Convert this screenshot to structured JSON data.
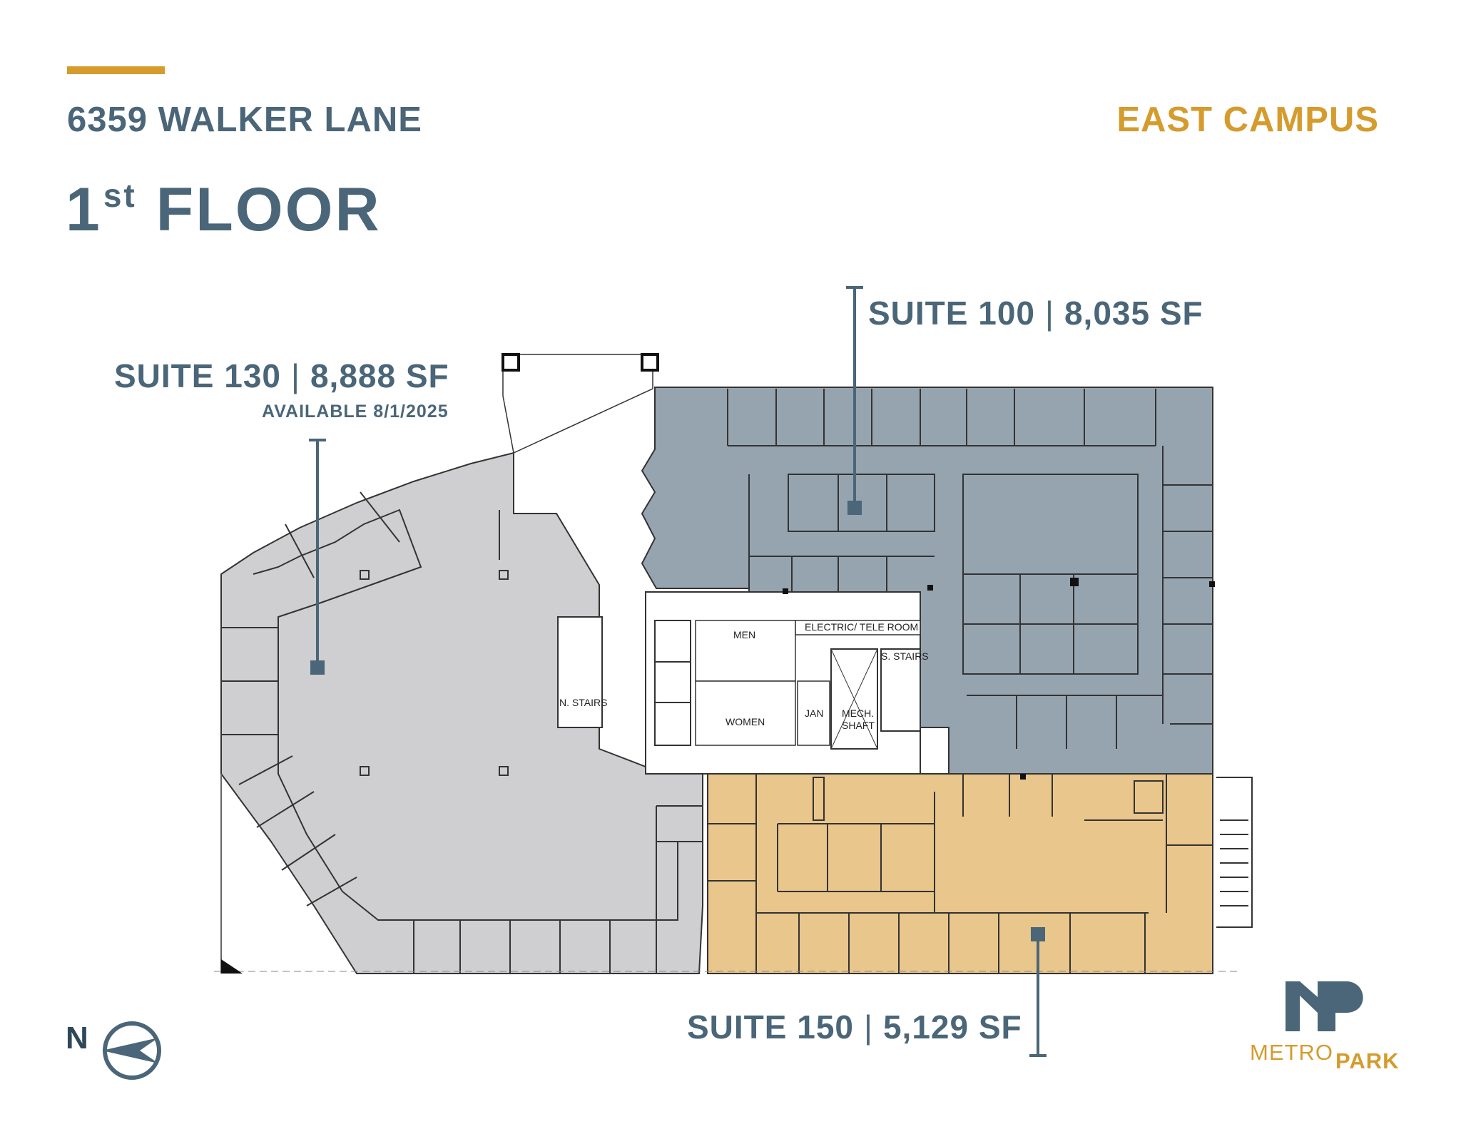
{
  "header": {
    "address": "6359 WALKER LANE",
    "campus": "EAST CAMPUS",
    "floor_number": "1",
    "floor_suffix": "st",
    "floor_word": "FLOOR"
  },
  "suites": {
    "suite_130": {
      "name": "SUITE 130",
      "area": "8,888 SF",
      "note": "AVAILABLE 8/1/2025"
    },
    "suite_100": {
      "name": "SUITE 100",
      "area": "8,035 SF"
    },
    "suite_150": {
      "name": "SUITE 150",
      "area": "5,129 SF"
    }
  },
  "rooms": {
    "men": "MEN",
    "women": "WOMEN",
    "electric": "ELECTRIC/ TELE ROOM",
    "n_stairs": "N. STAIRS",
    "s_stairs": "S. STAIRS",
    "jan": "JAN",
    "mech_line1": "MECH.",
    "mech_line2": "SHAFT"
  },
  "compass": {
    "letter": "N"
  },
  "logo": {
    "word1": "METRO",
    "word2": "PARK"
  },
  "colors": {
    "suite_100": "#96a4b0",
    "suite_130": "#cfced0",
    "suite_150": "#e9c68b",
    "label": "#4a6678",
    "accent": "#d59b2d"
  }
}
